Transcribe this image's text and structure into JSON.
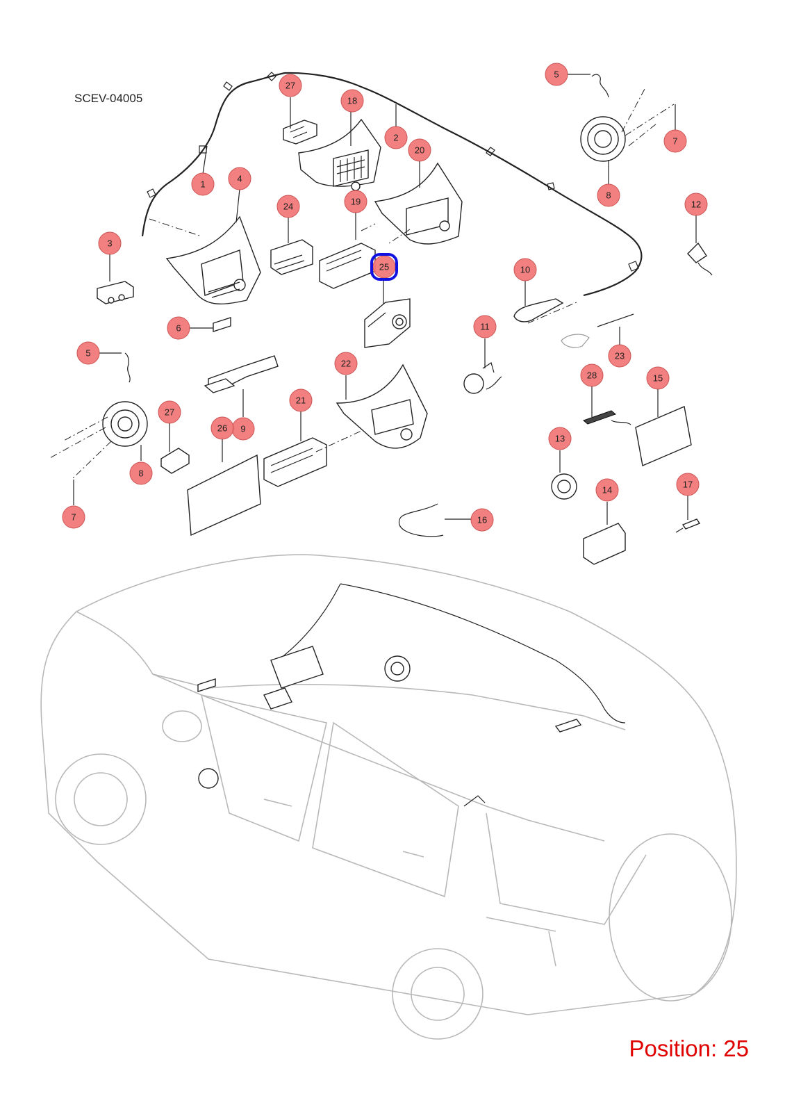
{
  "diagram": {
    "code": "SCEV-04005",
    "position_label": "Position: 25",
    "selected": "25",
    "callouts": [
      "27",
      "18",
      "2",
      "1",
      "4",
      "5",
      "7",
      "8",
      "20",
      "19",
      "24",
      "3",
      "25",
      "6",
      "10",
      "12",
      "11",
      "23",
      "22",
      "21",
      "28",
      "15",
      "9",
      "26",
      "27",
      "13",
      "14",
      "17",
      "16",
      "5",
      "8",
      "7"
    ]
  },
  "colors": {
    "callout_fill": "#f27a7a",
    "selection_ring": "#1010e0",
    "position_text": "#e00000"
  }
}
